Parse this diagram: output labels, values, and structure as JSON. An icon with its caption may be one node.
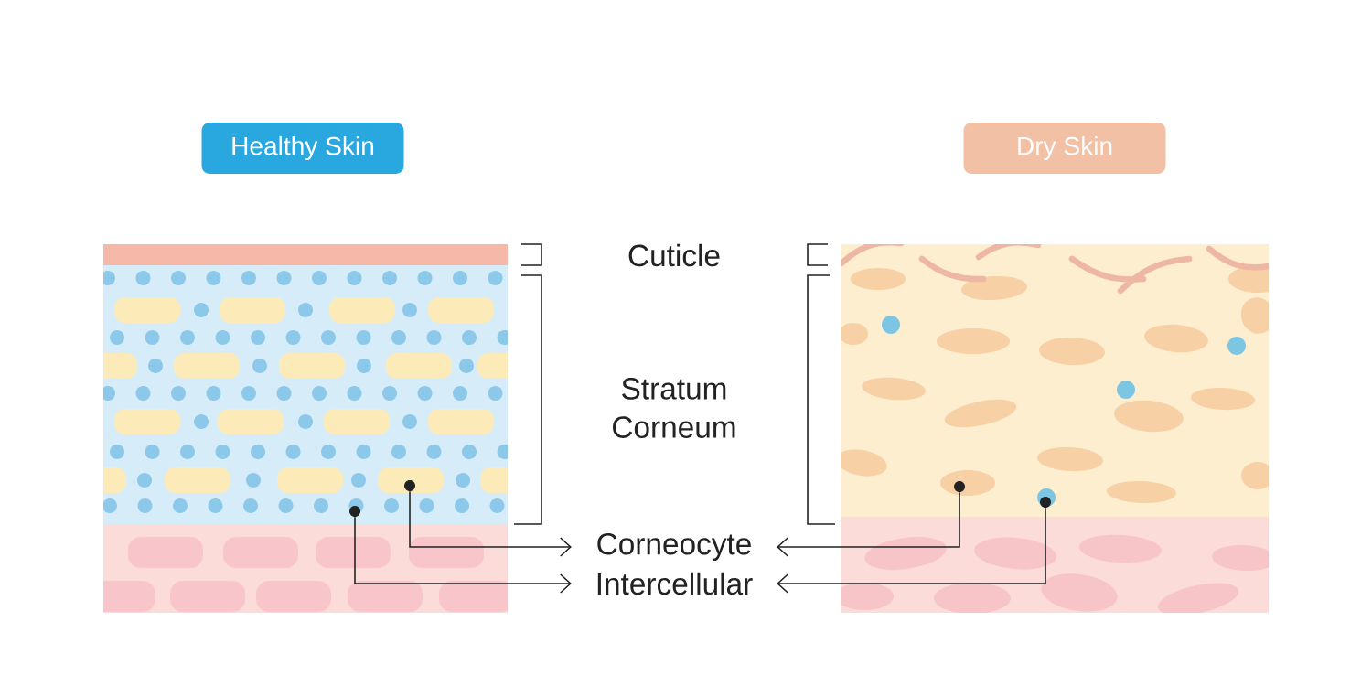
{
  "diagram": {
    "nodes": [
      {
        "text": [
          "Healthy Skin"
        ]
      },
      {
        "text": [
          "Dry Skin"
        ]
      },
      {
        "text": [
          "Cuticle"
        ]
      },
      {
        "text": [
          "Stratum Corneum"
        ]
      },
      {
        "text": [
          "Corneocyte"
        ]
      },
      {
        "text": [
          "Intercellular"
        ]
      },
      {
        "text": [],
        "shape": "circle"
      },
      {
        "text": [],
        "shape": "circle"
      },
      {
        "text": [],
        "shape": "circle"
      },
      {
        "text": [],
        "shape": "circle"
      }
    ],
    "edges": [
      {
        "from": 6,
        "to": 4,
        "arrow": "to"
      },
      {
        "from": 7,
        "to": 5,
        "arrow": "to"
      },
      {
        "from": 8,
        "to": 4,
        "arrow": "to"
      },
      {
        "from": 9,
        "to": 5,
        "arrow": "to"
      }
    ]
  }
}
